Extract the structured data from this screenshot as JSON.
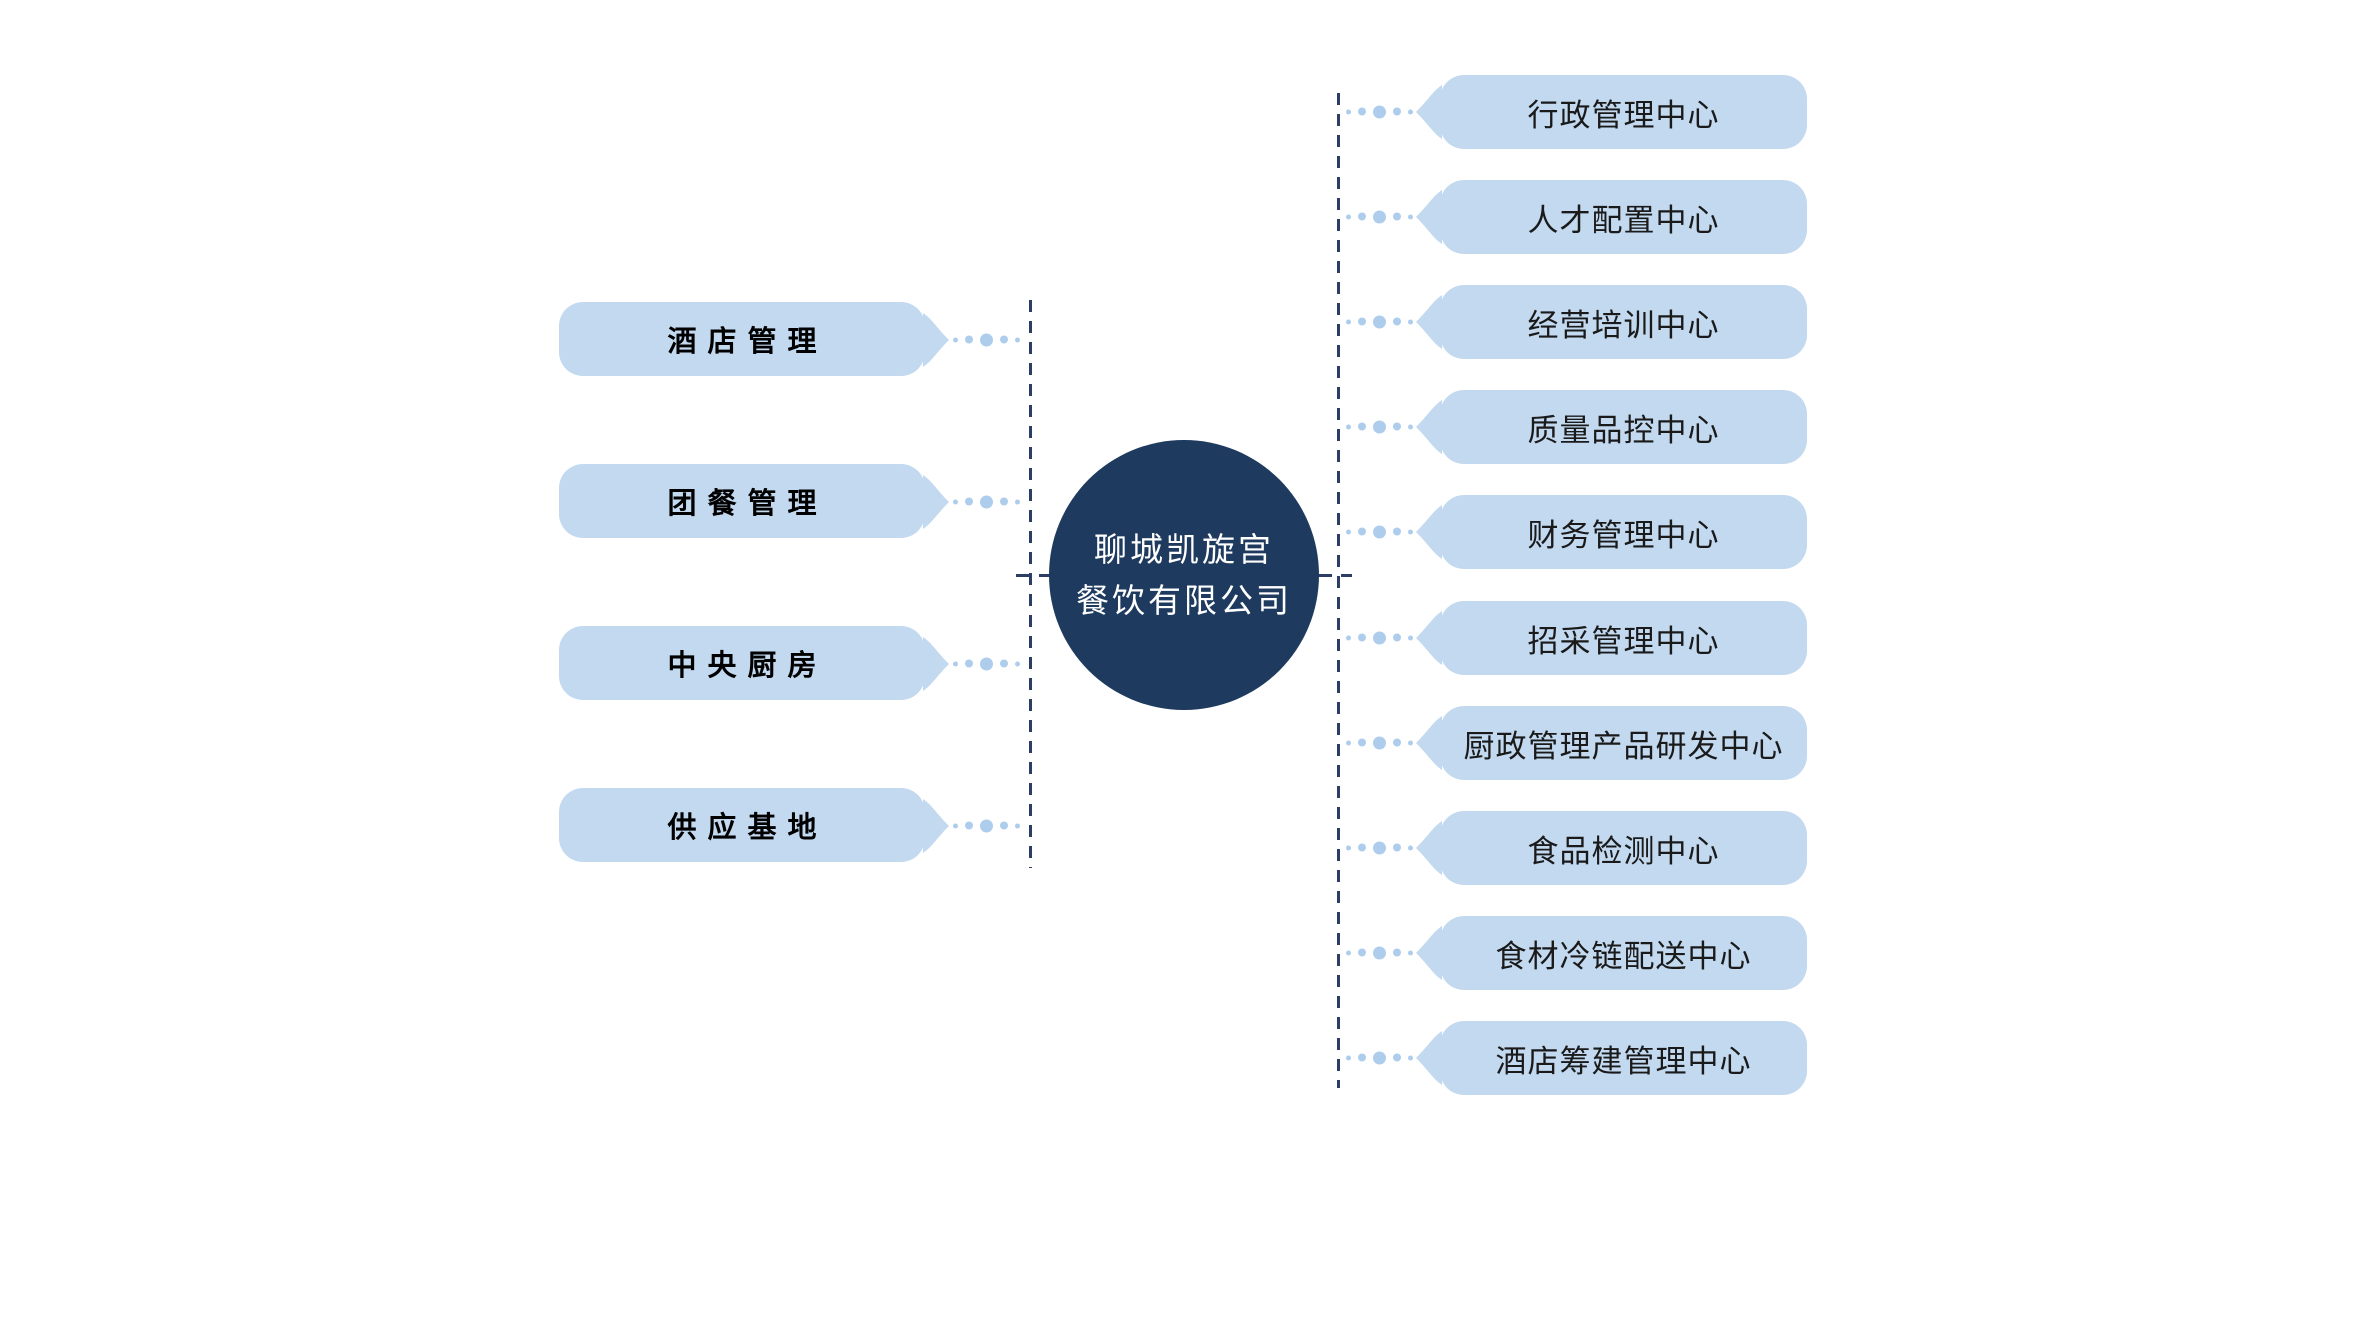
{
  "diagram": {
    "center_node": {
      "line1": "聊城凯旋宫",
      "line2": "餐饮有限公司"
    },
    "left_branches": [
      {
        "label": "酒店管理"
      },
      {
        "label": "团餐管理"
      },
      {
        "label": "中央厨房"
      },
      {
        "label": "供应基地"
      }
    ],
    "right_branches": [
      {
        "label": "行政管理中心"
      },
      {
        "label": "人才配置中心"
      },
      {
        "label": "经营培训中心"
      },
      {
        "label": "质量品控中心"
      },
      {
        "label": "财务管理中心"
      },
      {
        "label": "招采管理中心"
      },
      {
        "label": "厨政管理产品研发中心"
      },
      {
        "label": "食品检测中心"
      },
      {
        "label": "食材冷链配送中心"
      },
      {
        "label": "酒店筹建管理中心"
      }
    ],
    "colors": {
      "branch_fill": "#C2D9F0",
      "dot_fill": "#AECDEC",
      "center_fill": "#1E3A5E",
      "center_text": "#FFFFFF",
      "dashed_line": "#2C3E63",
      "branch_text": "#1A1A1A"
    }
  }
}
